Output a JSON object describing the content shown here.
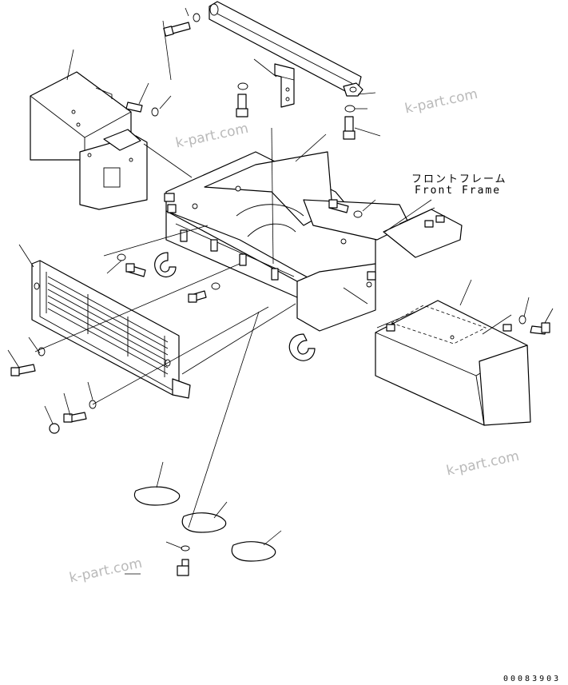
{
  "callout": {
    "japanese": "フロントフレーム",
    "english": "Front Frame"
  },
  "watermark": "k-part.com",
  "document_number": "00083903"
}
